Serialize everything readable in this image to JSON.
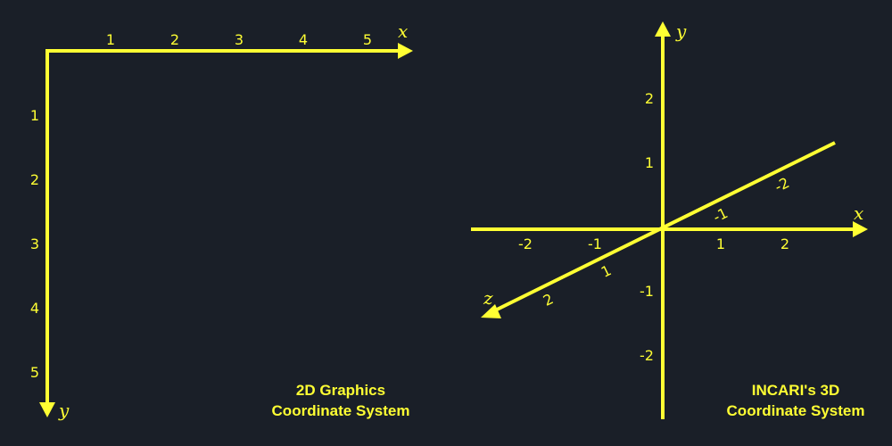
{
  "colors": {
    "background": "#1a1f28",
    "foreground": "#ffff33"
  },
  "left_diagram": {
    "x_axis_label": "x",
    "y_axis_label": "y",
    "x_ticks": [
      "1",
      "2",
      "3",
      "4",
      "5"
    ],
    "y_ticks": [
      "1",
      "2",
      "3",
      "4",
      "5"
    ],
    "caption_line1": "2D Graphics",
    "caption_line2": "Coordinate System"
  },
  "right_diagram": {
    "x_axis_label": "x",
    "y_axis_label": "y",
    "z_axis_label": "z",
    "x_ticks": [
      "-2",
      "-1",
      "1",
      "2"
    ],
    "y_ticks_pos": [
      "2",
      "1"
    ],
    "y_ticks_neg": [
      "-1",
      "-2"
    ],
    "z_ticks_neg": [
      "-1",
      "-2"
    ],
    "z_ticks_pos": [
      "1",
      "2"
    ],
    "caption_line1": "INCARI's 3D",
    "caption_line2": "Coordinate System"
  }
}
